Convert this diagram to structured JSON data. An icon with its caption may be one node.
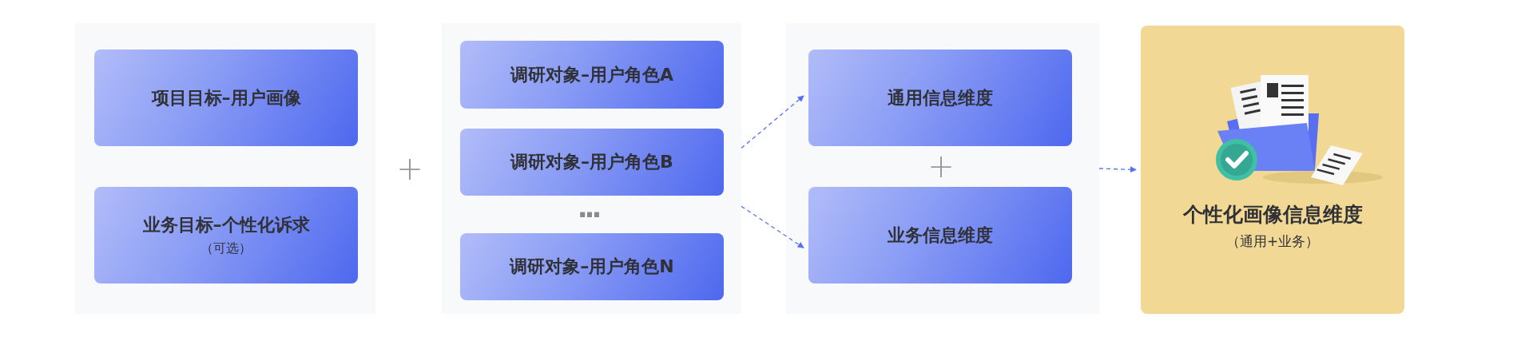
{
  "diagram": {
    "nodes": [
      {
        "text": [],
        "shape": "box"
      },
      {
        "text": [
          "项目目标–用户画像"
        ],
        "in": 0
      },
      {
        "text": [
          "业务目标–个性化诉求",
          "（可选）"
        ],
        "in": 0
      },
      {
        "text": [],
        "shape": "box"
      },
      {
        "text": [
          "调研对象–用户角色A"
        ],
        "in": 3
      },
      {
        "text": [
          "调研对象–用户角色B"
        ],
        "in": 3
      },
      {
        "text": [
          "调研对象–用户角色N"
        ],
        "in": 3
      },
      {
        "text": [],
        "shape": "box"
      },
      {
        "text": [
          "通用信息维度"
        ],
        "in": 7
      },
      {
        "text": [
          "业务信息维度"
        ],
        "in": 7
      },
      {
        "text": [
          "个性化画像信息维度",
          "（通用+业务）"
        ]
      }
    ],
    "edges": [
      {
        "from": 3,
        "to": 8,
        "arrow": "to",
        "style": "dashed"
      },
      {
        "from": 3,
        "to": 9,
        "arrow": "to",
        "style": "dashed"
      },
      {
        "from": 7,
        "to": 10,
        "arrow": "to",
        "style": "dashed"
      }
    ],
    "labels": [
      "+",
      "···",
      "+"
    ]
  }
}
